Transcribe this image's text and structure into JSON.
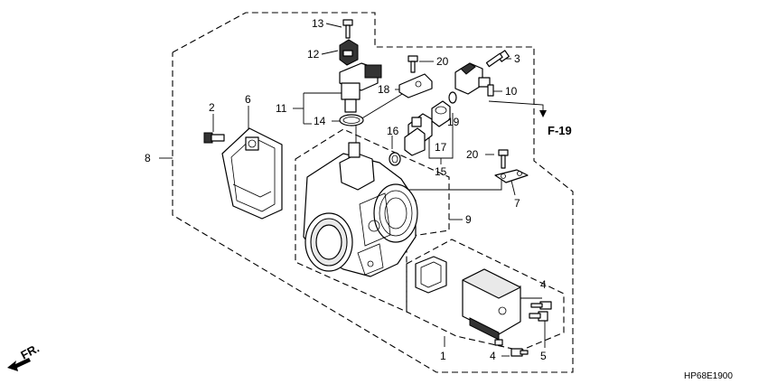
{
  "callouts": {
    "c1": "1",
    "c2": "2",
    "c3": "3",
    "c4a": "4",
    "c4b": "4",
    "c5": "5",
    "c6": "6",
    "c7": "7",
    "c8": "8",
    "c9": "9",
    "c10": "10",
    "c11": "11",
    "c12": "12",
    "c13": "13",
    "c14": "14",
    "c15": "15",
    "c16": "16",
    "c17": "17",
    "c18": "18",
    "c19": "19",
    "c20a": "20",
    "c20b": "20"
  },
  "reference": "F-19",
  "front_label": "FR.",
  "diagram_code": "HP68E1900"
}
